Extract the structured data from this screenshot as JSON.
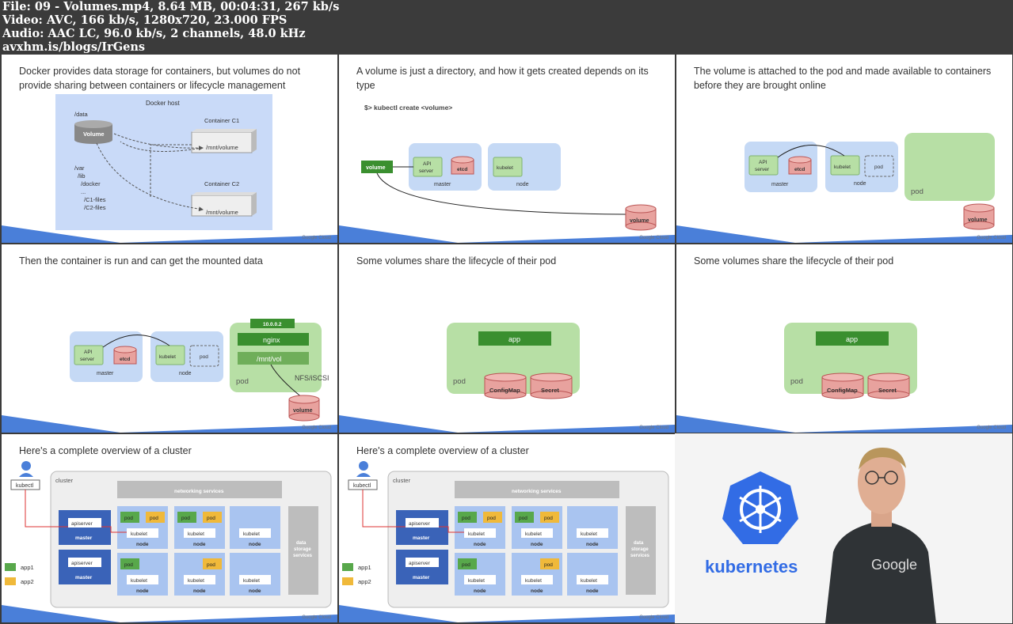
{
  "header": {
    "line1": "File: 09 - Volumes.mp4, 8.64 MB, 00:04:31, 267 kb/s",
    "line2": "Video: AVC, 166 kb/s, 1280x720, 23.000 FPS",
    "line3": "Audio: AAC LC, 96.0 kb/s, 2 channels, 48.0 kHz",
    "line4": "avxhm.is/blogs/IrGens"
  },
  "footer_label": "Google Cloud",
  "slides": [
    {
      "title": "Docker provides data storage for containers, but volumes do not provide sharing between containers or lifecycle management",
      "docker_host": "Docker host",
      "data_path": "/data",
      "volume": "Volume",
      "var_paths": [
        "/var",
        "/lib",
        "/docker",
        "...",
        "/C1-files",
        "/C2-files"
      ],
      "container1": "Container C1",
      "container2": "Container C2",
      "mount": "/mnt/volume"
    },
    {
      "title": "A volume is just a directory, and how it gets created depends on its type",
      "command": "$> kubectl create <volume>",
      "volume": "volume",
      "api": "API",
      "server": "server",
      "etcd": "etcd",
      "master": "master",
      "kubelet": "kubelet",
      "node": "node"
    },
    {
      "title": "The volume is attached to the pod and made available to containers before they are brought online",
      "api": "API",
      "server": "server",
      "etcd": "etcd",
      "master": "master",
      "kubelet": "kubelet",
      "pod_small": "pod",
      "node": "node",
      "pod_big": "pod",
      "volume": "volume"
    },
    {
      "title": "Then the container is run and can get the mounted data",
      "api": "API",
      "server": "server",
      "etcd": "etcd",
      "master": "master",
      "kubelet": "kubelet",
      "pod_small": "pod",
      "node": "node",
      "ip": "10.0.0.2",
      "nginx": "nginx",
      "mnt": "/mnt/vol",
      "pod": "pod",
      "nfs": "NFS/iSCSI",
      "volume": "volume"
    },
    {
      "title": "Some volumes share the lifecycle of their pod",
      "app": "app",
      "pod": "pod",
      "configmap": "ConfigMap",
      "secret": "Secret"
    },
    {
      "title": "Some volumes share the lifecycle of their pod",
      "app": "app",
      "pod": "pod",
      "configmap": "ConfigMap",
      "secret": "Secret"
    },
    {
      "title": "Here's a complete overview of a cluster",
      "kubectl": "kubectl",
      "cluster": "cluster",
      "networking": "networking services",
      "apiserver": "apiserver",
      "master": "master",
      "pod": "pod",
      "kubelet": "kubelet",
      "node": "node",
      "data_storage": [
        "data",
        "storage",
        "services"
      ],
      "app1": "app1",
      "app2": "app2"
    },
    {
      "title": "Here's a complete overview of a cluster",
      "kubectl": "kubectl",
      "cluster": "cluster",
      "networking": "networking services",
      "apiserver": "apiserver",
      "master": "master",
      "pod": "pod",
      "kubelet": "kubelet",
      "node": "node",
      "data_storage": [
        "data",
        "storage",
        "services"
      ],
      "app1": "app1",
      "app2": "app2"
    }
  ],
  "presenter": {
    "logo_text": "kubernetes",
    "shirt_text": "Google"
  },
  "colors": {
    "blue_stripe": "#4a7fd9",
    "light_blue_box": "#c5d9f5",
    "green_light": "#b7dfa5",
    "green_dark": "#3a8f2f",
    "red_cylinder": "#e8a29e",
    "k8s_blue": "#326ce5"
  }
}
